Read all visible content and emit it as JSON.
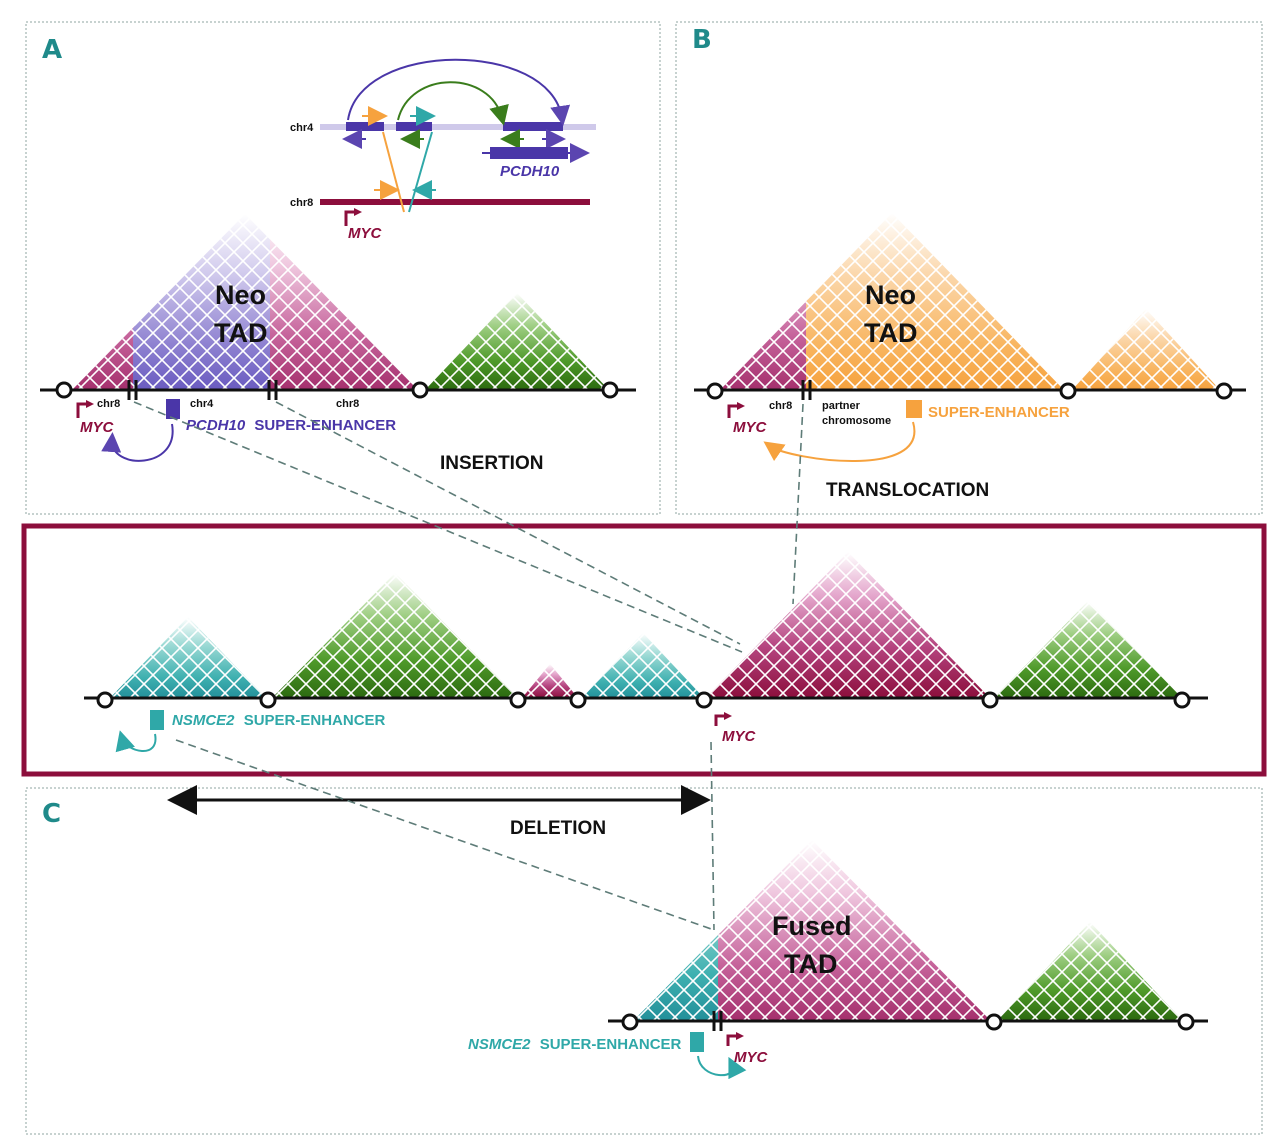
{
  "colors": {
    "magenta": "#a8326e",
    "magenta_dark": "#8c0e3c",
    "purple": "#5b45b0",
    "orange": "#f6a23e",
    "teal": "#2fa8a8",
    "green": "#3a7d1c",
    "frame": "#8c0e3c",
    "panel_letter": "#1f8a8a",
    "dash": "#5e7c78"
  },
  "panels": {
    "a": {
      "letter": "A",
      "event": "INSERTION",
      "tad_label_1": "Neo",
      "tad_label_2": "TAD",
      "inset": {
        "chr4": "chr4",
        "chr8": "chr8",
        "gene_pcdh10": "PCDH10",
        "gene_myc": "MYC"
      },
      "axis_labels": {
        "chr8_left": "chr8",
        "chr4": "chr4",
        "chr8_right": "chr8"
      },
      "myc": "MYC",
      "se_gene": "PCDH10",
      "se_text": "SUPER-ENHANCER"
    },
    "b": {
      "letter": "B",
      "event": "TRANSLOCATION",
      "tad_label_1": "Neo",
      "tad_label_2": "TAD",
      "axis_labels": {
        "chr8": "chr8",
        "partner_1": "partner",
        "partner_2": "chromosome"
      },
      "myc": "MYC",
      "se_text": "SUPER-ENHANCER"
    },
    "middle": {
      "se_gene": "NSMCE2",
      "se_text": "SUPER-ENHANCER",
      "myc": "MYC",
      "deletion": "DELETION"
    },
    "c": {
      "letter": "C",
      "tad_label_1": "Fused",
      "tad_label_2": "TAD",
      "se_gene": "NSMCE2",
      "se_text": "SUPER-ENHANCER",
      "myc": "MYC"
    }
  }
}
